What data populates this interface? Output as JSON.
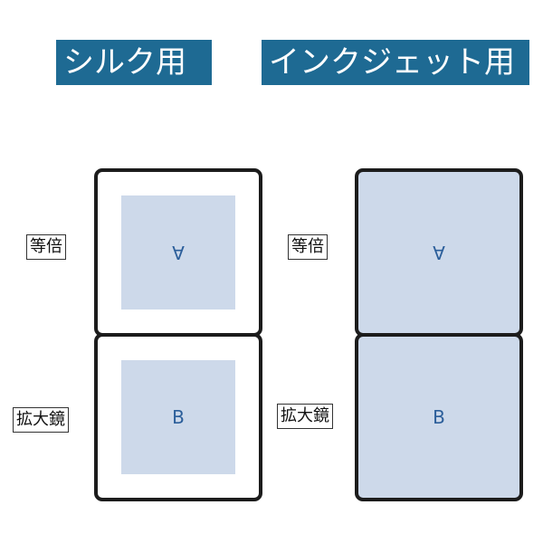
{
  "headers": {
    "silk": "シルク用",
    "inkjet": "インクジェット用"
  },
  "labels": {
    "equal": "等倍",
    "magnifier": "拡大鏡"
  },
  "panels": {
    "top_letter": "A",
    "bottom_letter": "B"
  },
  "colors": {
    "header_bg": "#1e6a93",
    "print_area": "#cdd9ea",
    "letter": "#2b5e9a"
  }
}
